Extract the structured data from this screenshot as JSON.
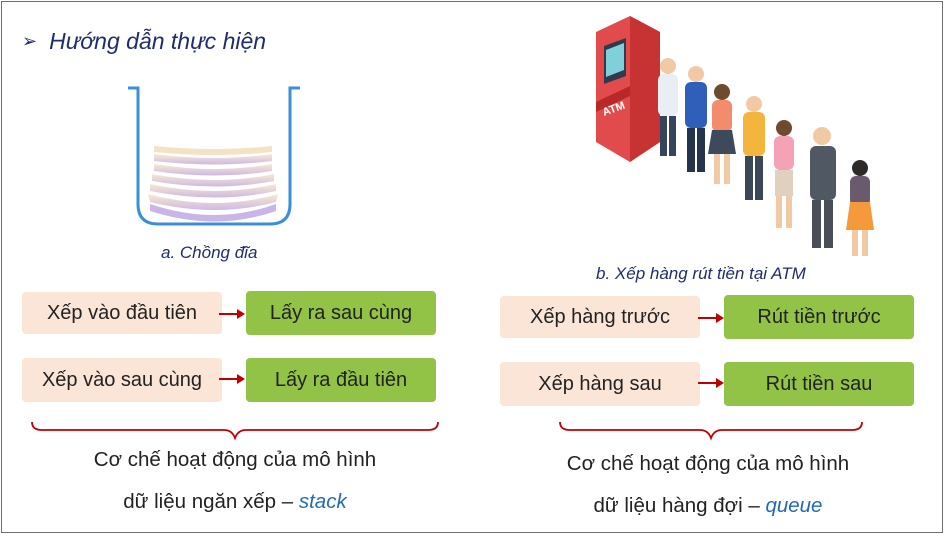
{
  "heading": {
    "text": "Hướng dẫn thực hiện"
  },
  "left": {
    "caption": "a. Chồng đĩa",
    "rows": [
      {
        "from": "Xếp vào đầu tiên",
        "to": "Lấy ra sau cùng"
      },
      {
        "from": "Xếp vào sau cùng",
        "to": "Lấy ra đầu tiên"
      }
    ],
    "description_line1": "Cơ chế hoạt động của mô hình",
    "description_line2": "dữ liệu ngăn xếp –",
    "keyword": "stack"
  },
  "right": {
    "caption": "b. Xếp hàng rút tiền tại ATM",
    "atm_label": "ATM",
    "rows": [
      {
        "from": "Xếp hàng trước",
        "to": "Rút tiền trước"
      },
      {
        "from": "Xếp hàng sau",
        "to": "Rút tiền sau"
      }
    ],
    "description_line1": "Cơ chế hoạt động của mô hình",
    "description_line2": "dữ liệu hàng đợi –",
    "keyword": "queue"
  },
  "colors": {
    "peach": "#fbe5d6",
    "green": "#92c246",
    "arrow": "#c00000",
    "accent": "#1f6bb5",
    "heading": "#1f2d6e"
  }
}
